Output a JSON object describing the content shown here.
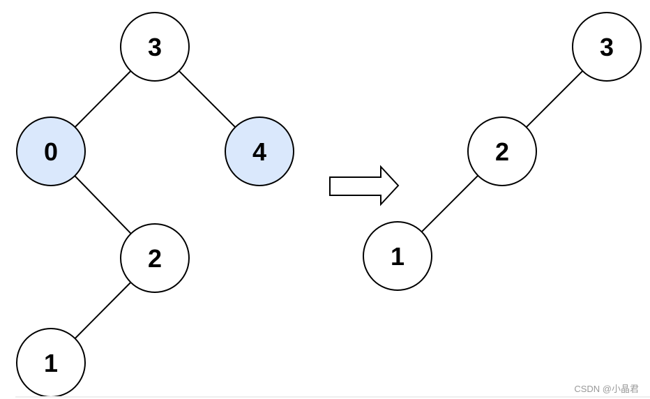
{
  "diagram": {
    "left_tree": {
      "nodes": [
        {
          "id": "l3",
          "label": "3",
          "highlighted": false
        },
        {
          "id": "l0",
          "label": "0",
          "highlighted": true
        },
        {
          "id": "l4",
          "label": "4",
          "highlighted": true
        },
        {
          "id": "l2",
          "label": "2",
          "highlighted": false
        },
        {
          "id": "l1",
          "label": "1",
          "highlighted": false
        }
      ],
      "edges": [
        [
          "l3",
          "l0"
        ],
        [
          "l3",
          "l4"
        ],
        [
          "l0",
          "l2"
        ],
        [
          "l2",
          "l1"
        ]
      ]
    },
    "right_tree": {
      "nodes": [
        {
          "id": "r3",
          "label": "3",
          "highlighted": false
        },
        {
          "id": "r2",
          "label": "2",
          "highlighted": false
        },
        {
          "id": "r1",
          "label": "1",
          "highlighted": false
        }
      ],
      "edges": [
        [
          "r3",
          "r2"
        ],
        [
          "r2",
          "r1"
        ]
      ]
    },
    "colors": {
      "node_fill": "#ffffff",
      "highlight_fill": "#dae8fc",
      "highlight_stroke": "#6c8ebf",
      "stroke": "#000000"
    }
  },
  "watermark": "CSDN @小晶君"
}
